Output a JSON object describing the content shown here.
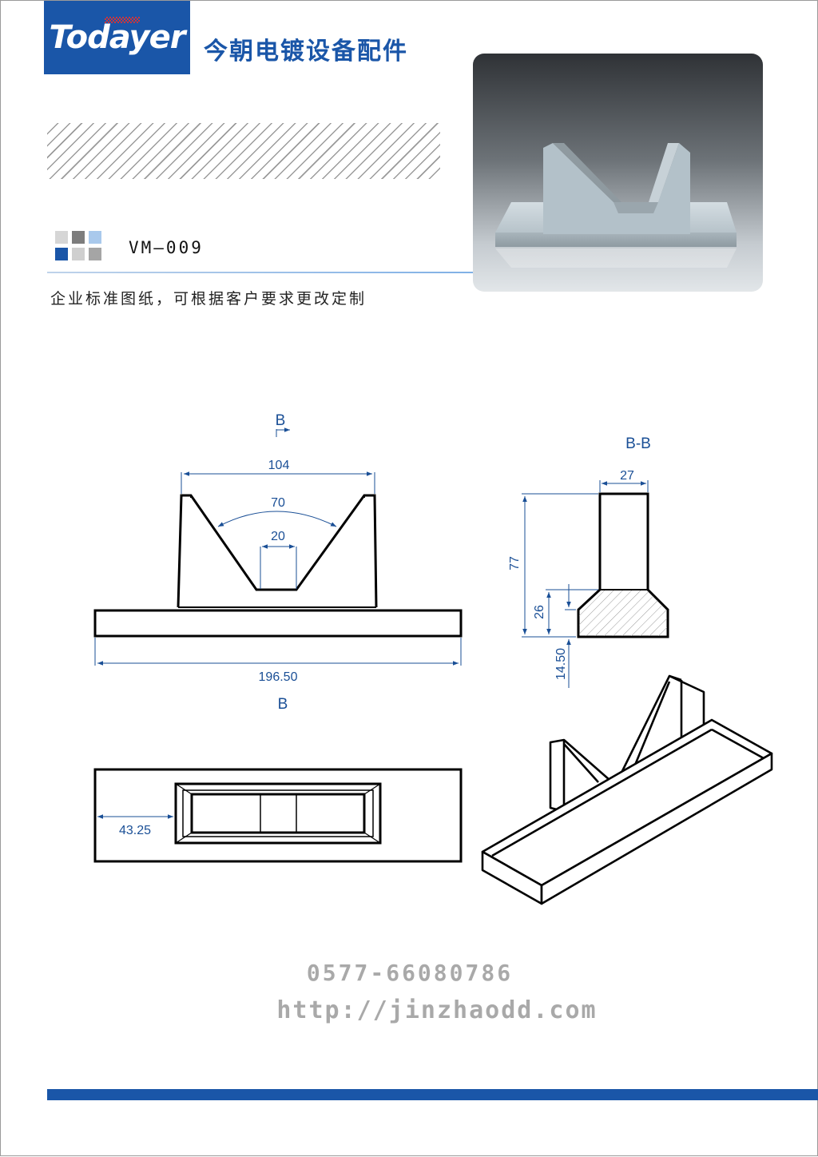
{
  "brand": {
    "logo_text": "Todayer",
    "company_name": "今朝电镀设备配件",
    "accent_color": "#1a56a8"
  },
  "product": {
    "model": "VM—009",
    "note": "企业标准图纸，可根据客户要求更改定制"
  },
  "drawing": {
    "section_mark": "B",
    "section_title": "B-B",
    "dimensions": {
      "top_width": "104",
      "angle": "70",
      "slot_width": "20",
      "total_length": "196.50",
      "section_width": "27",
      "height": "77",
      "base_height": "26",
      "flange_height": "14.50",
      "slot_offset": "43.25"
    },
    "line_color": "#000000",
    "dimension_color": "#1a4f96"
  },
  "contact": {
    "phone": "0577-66080786",
    "website": "http://jinzhaodd.com"
  }
}
